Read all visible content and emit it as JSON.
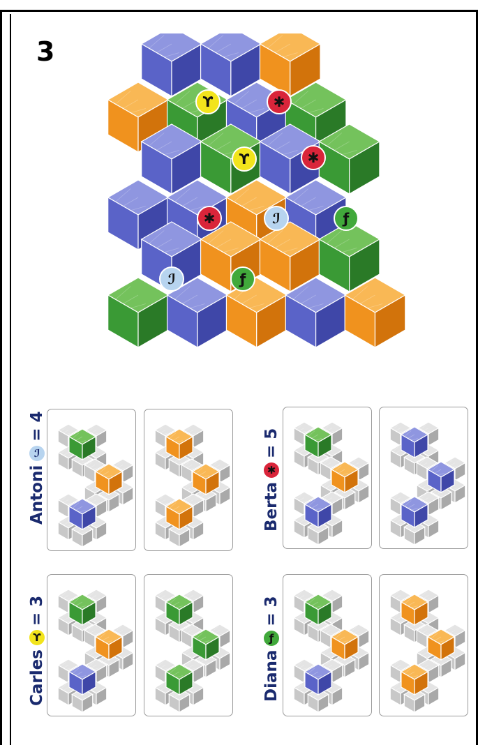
{
  "page": {
    "step_number": "3"
  },
  "colors": {
    "blue": "#5a63c8",
    "blue_light": "#8f96e0",
    "green": "#3a9a35",
    "green_light": "#74c25c",
    "orange": "#f0921e",
    "orange_light": "#f9b855",
    "gray": "#c8c8c8",
    "gray_light": "#e4e4e4",
    "token_yellow": "#f2e41c",
    "token_red": "#d9253a",
    "token_lightblue": "#b7d4ef",
    "token_green": "#41a93b",
    "label_text": "#1a2a6e"
  },
  "board": {
    "cube_rows": [
      [
        "blue",
        "blue",
        "orange"
      ],
      [
        "orange",
        "green",
        "blue",
        "green"
      ],
      [
        "blue",
        "green",
        "blue",
        "green"
      ],
      [
        "blue",
        "blue",
        "orange",
        "blue"
      ],
      [
        "blue",
        "orange",
        "orange",
        "green"
      ],
      [
        "green",
        "blue",
        "orange",
        "blue",
        "orange"
      ]
    ],
    "tokens": [
      {
        "kind": "yellow",
        "glyph": "ϒ"
      },
      {
        "kind": "red",
        "glyph": "✱"
      },
      {
        "kind": "yellow",
        "glyph": "ϒ"
      },
      {
        "kind": "red",
        "glyph": "✱"
      },
      {
        "kind": "red",
        "glyph": "✱"
      },
      {
        "kind": "lightblue",
        "glyph": "ℐ"
      },
      {
        "kind": "green",
        "glyph": "ƒ"
      },
      {
        "kind": "lightblue",
        "glyph": "ℐ"
      },
      {
        "kind": "green",
        "glyph": "ƒ"
      }
    ]
  },
  "players": [
    {
      "name": "Antoni",
      "equation": "= 4",
      "token_kind": "lightblue",
      "token_glyph": "ℐ",
      "cards": [
        {
          "cubes": [
            "green",
            "orange",
            "blue"
          ]
        },
        {
          "cubes": [
            "orange",
            "orange",
            "orange"
          ]
        }
      ]
    },
    {
      "name": "Berta",
      "equation": "= 5",
      "token_kind": "red",
      "token_glyph": "✱",
      "cards": [
        {
          "cubes": [
            "green",
            "orange",
            "blue"
          ]
        },
        {
          "cubes": [
            "blue",
            "blue",
            "blue"
          ]
        }
      ]
    },
    {
      "name": "Carles",
      "equation": "= 3",
      "token_kind": "yellow",
      "token_glyph": "ϒ",
      "cards": [
        {
          "cubes": [
            "green",
            "orange",
            "blue"
          ]
        },
        {
          "cubes": [
            "green",
            "green",
            "green"
          ]
        }
      ]
    },
    {
      "name": "Diana",
      "equation": "= 3",
      "token_kind": "green",
      "token_glyph": "ƒ",
      "cards": [
        {
          "cubes": [
            "green",
            "orange",
            "blue"
          ]
        },
        {
          "cubes": [
            "orange",
            "orange",
            "orange"
          ]
        }
      ]
    }
  ]
}
